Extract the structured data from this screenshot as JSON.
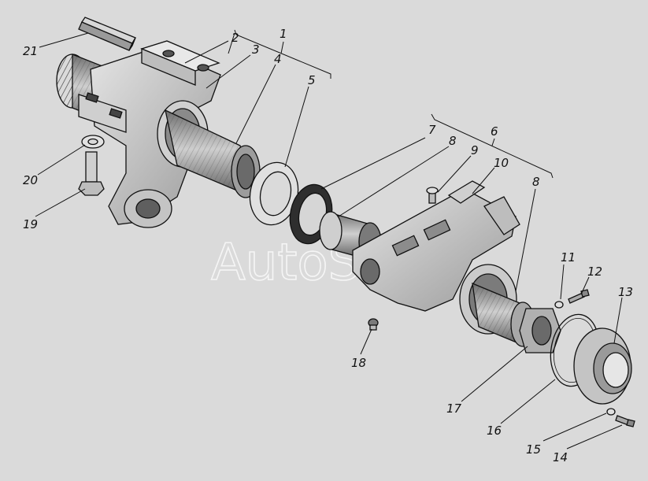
{
  "watermark": "AutoSoft",
  "colors": {
    "background": "#dadada",
    "line": "#111111",
    "metal": "#b9b9b9",
    "metal_dark": "#6e6e6e",
    "metal_light": "#e6e6e6"
  },
  "callouts": {
    "c1": "1",
    "c2": "2",
    "c3": "3",
    "c4": "4",
    "c5": "5",
    "c6": "6",
    "c7": "7",
    "c8a": "8",
    "c8b": "8",
    "c9": "9",
    "c10": "10",
    "c11": "11",
    "c12": "12",
    "c13": "13",
    "c14": "14",
    "c15": "15",
    "c16": "16",
    "c17": "17",
    "c18": "18",
    "c19": "19",
    "c20": "20",
    "c21": "21"
  }
}
